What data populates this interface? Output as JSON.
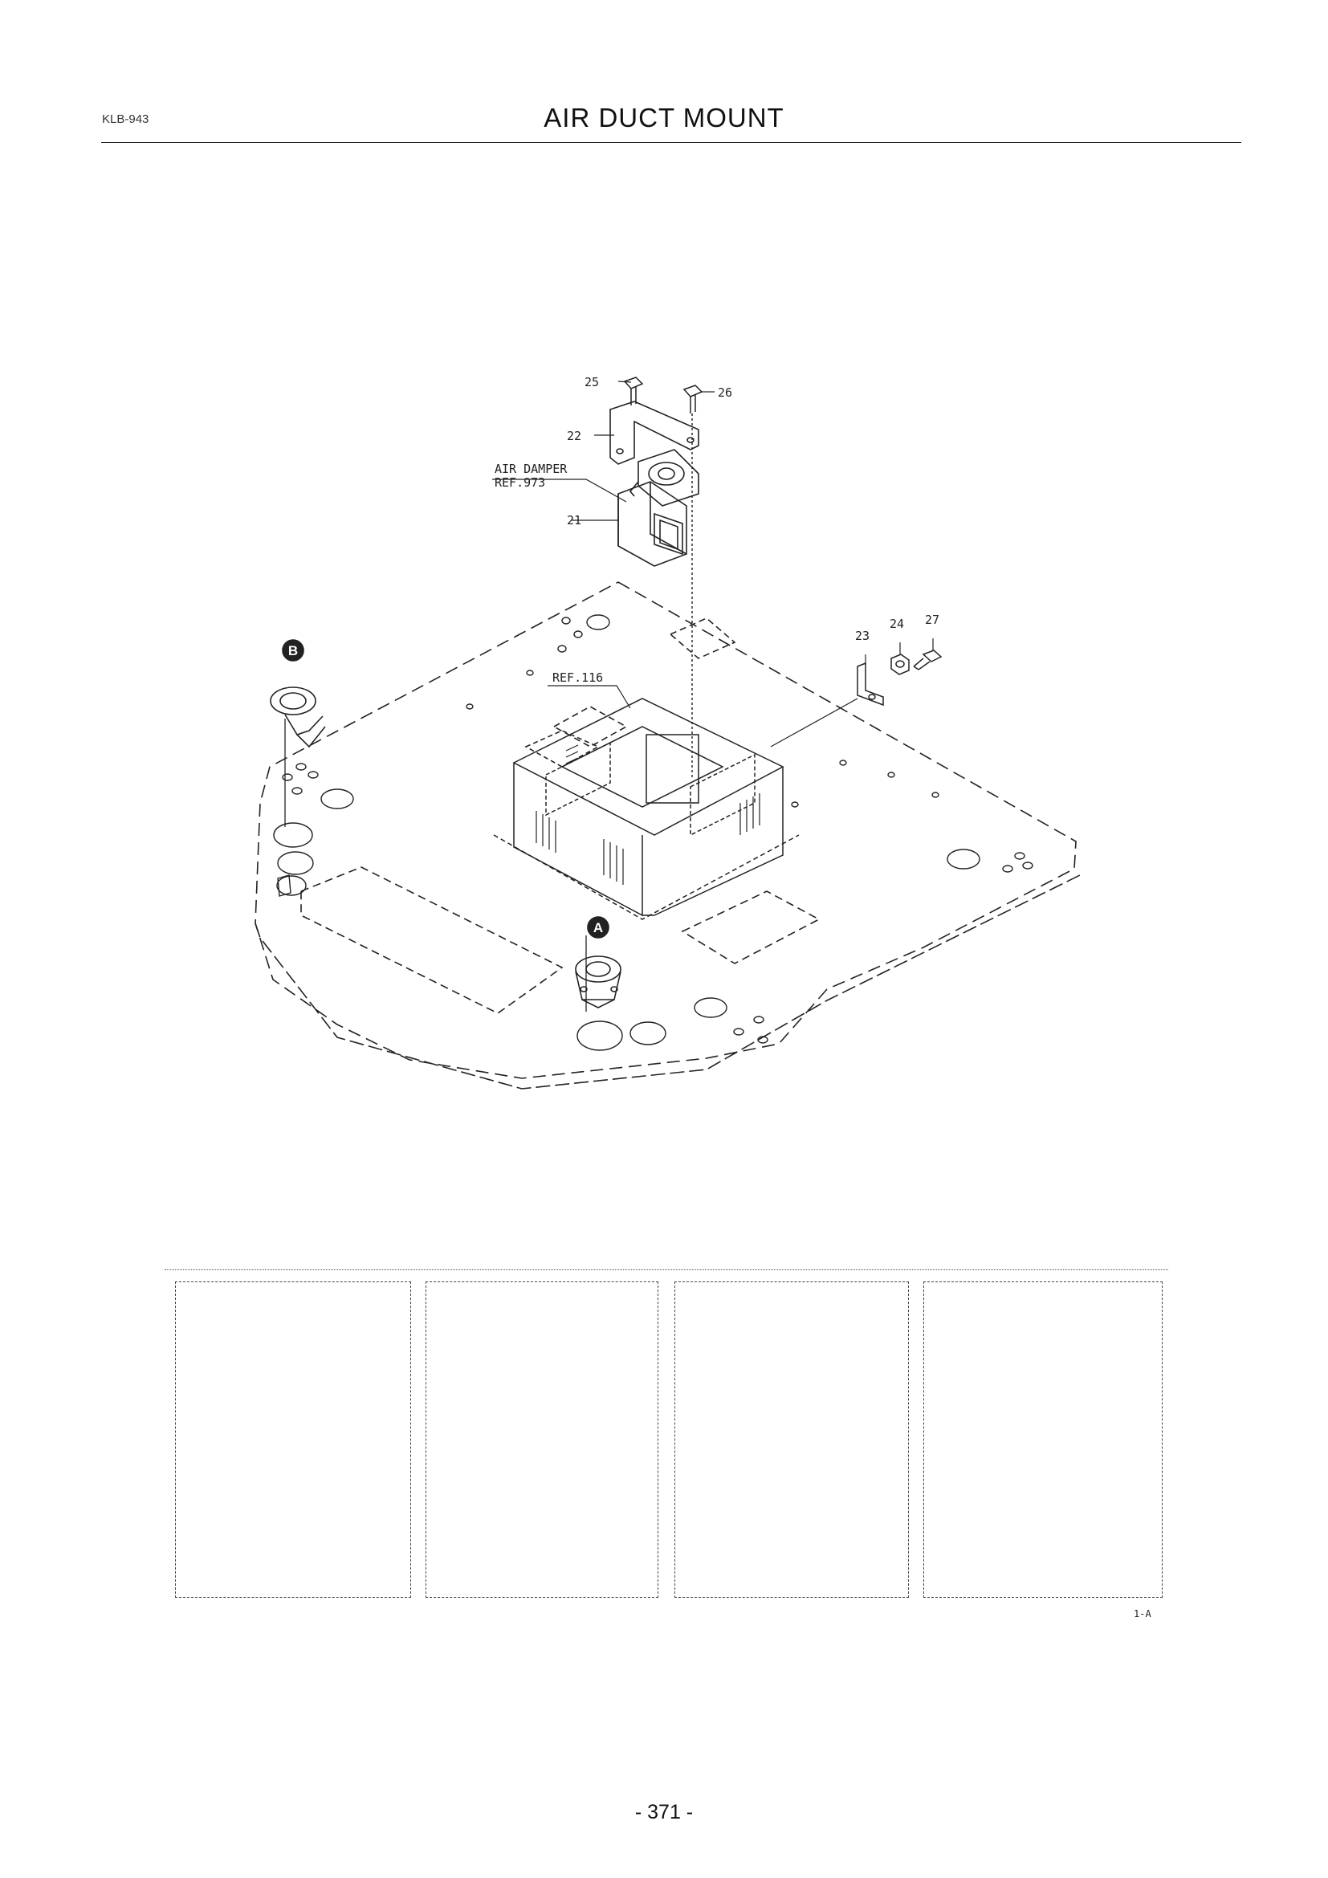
{
  "header": {
    "model_code": "KLB-943",
    "title": "AIR DUCT MOUNT"
  },
  "callouts": {
    "p21": "21",
    "p22": "22",
    "p23": "23",
    "p24": "24",
    "p25": "25",
    "p26": "26",
    "p27": "27",
    "air_damper_line1": "AIR DAMPER",
    "air_damper_line2": "REF.973",
    "ref_116": "REF.116",
    "marker_a": "A",
    "marker_b": "B"
  },
  "footer": {
    "panel_code": "1-A",
    "page_number": "- 371 -"
  }
}
